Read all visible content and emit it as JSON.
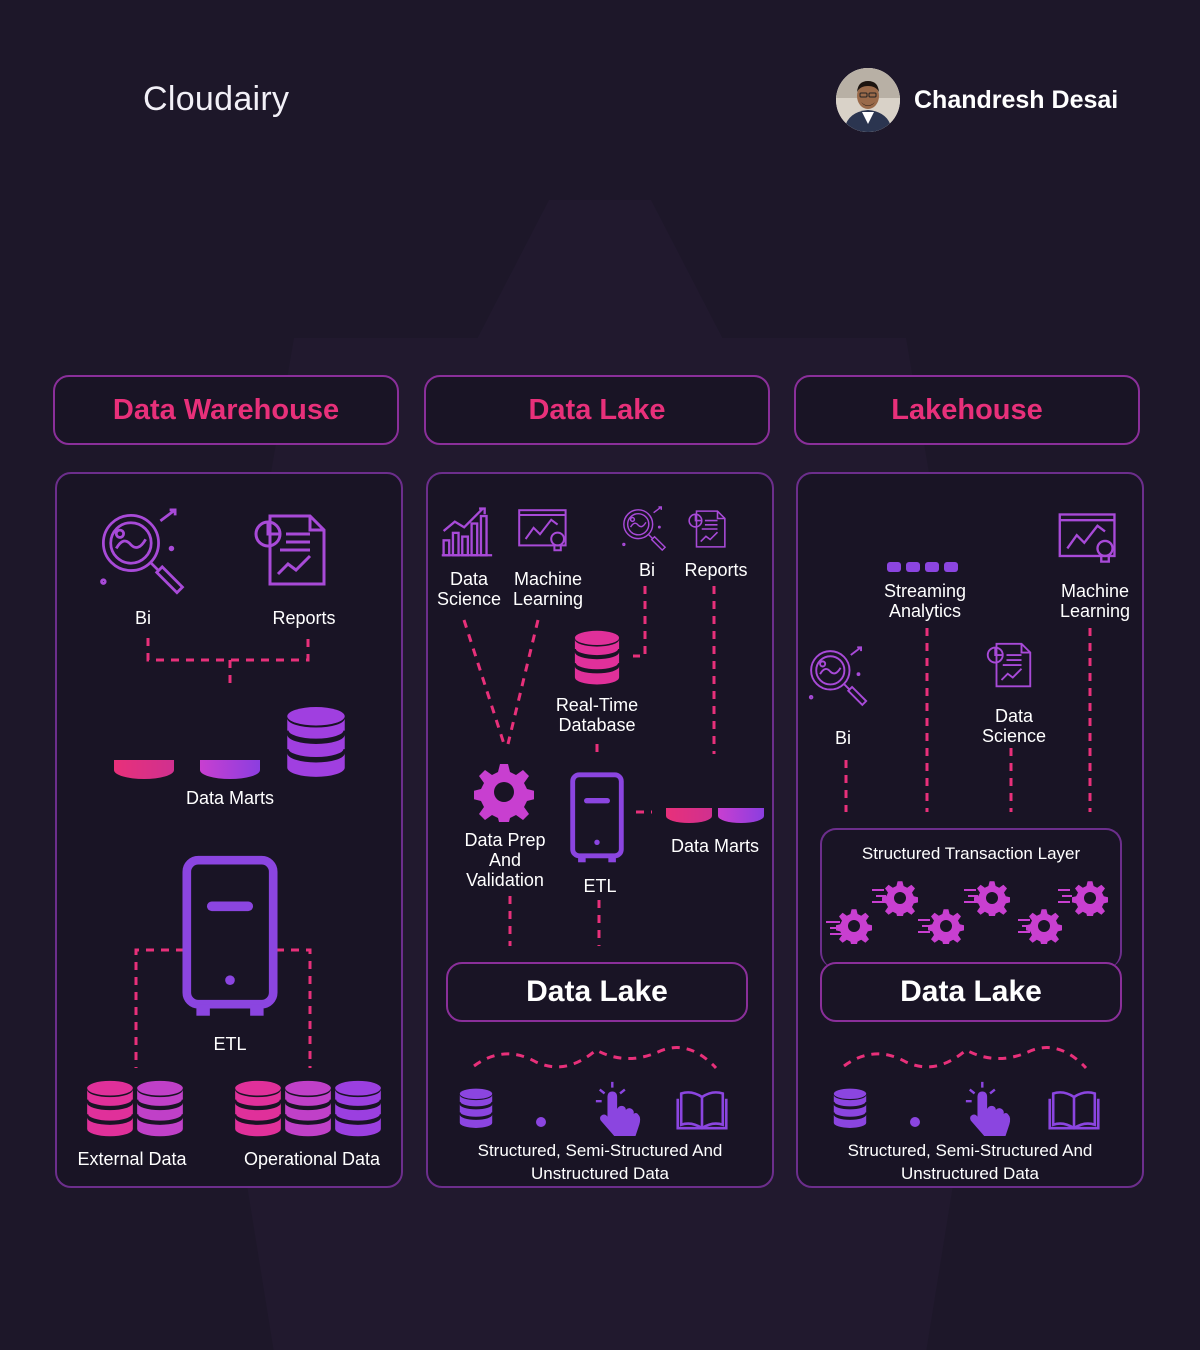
{
  "header": {
    "brand": "Cloudairy",
    "author_name": "Chandresh Desai"
  },
  "columns": [
    {
      "title": "Data Warehouse",
      "labels": {
        "bi": "Bi",
        "reports": "Reports",
        "data_marts": "Data Marts",
        "etl": "ETL",
        "external_data": "External Data",
        "operational_data": "Operational Data"
      }
    },
    {
      "title": "Data Lake",
      "labels": {
        "data_science": "Data\nScience",
        "machine_learning": "Machine\nLearning",
        "bi": "Bi",
        "reports": "Reports",
        "real_time_database": "Real-Time\nDatabase",
        "data_prep": "Data Prep\nAnd\nValidation",
        "etl": "ETL",
        "data_marts": "Data Marts",
        "data_lake": "Data Lake",
        "sources": "Structured, Semi-Structured And\nUnstructured Data"
      }
    },
    {
      "title": "Lakehouse",
      "labels": {
        "streaming_analytics": "Streaming\nAnalytics",
        "machine_learning": "Machine\nLearning",
        "bi": "Bi",
        "data_science": "Data\nScience",
        "transaction_layer": "Structured Transaction Layer",
        "data_lake": "Data Lake",
        "sources": "Structured, Semi-Structured And\nUnstructured Data"
      }
    }
  ],
  "colors": {
    "background": "#1d1729",
    "panel": "#191425",
    "border": "#6c2e8c",
    "pink": "#e8307a",
    "purple": "#9b3fe0",
    "magenta": "#c83fd0"
  },
  "icons": [
    "bi-icon",
    "reports-icon",
    "database-icon",
    "server-icon",
    "gear-icon",
    "chart-icon",
    "ml-icon",
    "hand-icon",
    "book-icon"
  ]
}
